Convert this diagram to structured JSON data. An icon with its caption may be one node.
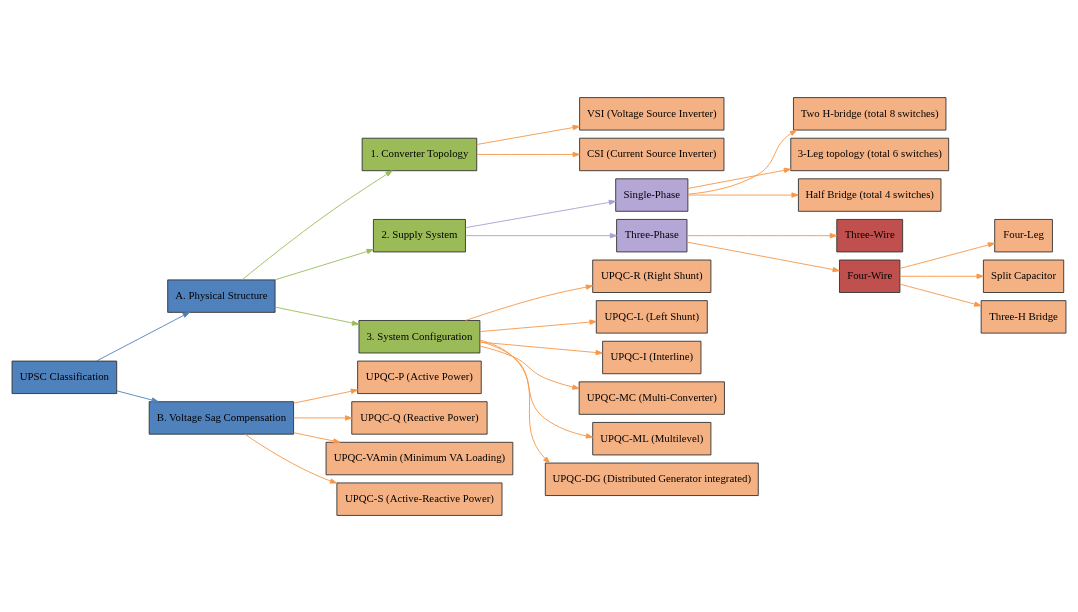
{
  "diagram": {
    "nodes": [
      {
        "text": [
          "UPSC Classification"
        ]
      },
      {
        "text": [
          "A. Physical Structure"
        ]
      },
      {
        "text": [
          "B. Voltage Sag Compensation"
        ]
      },
      {
        "text": [
          "1. Converter Topology"
        ]
      },
      {
        "text": [
          "2. Supply System"
        ]
      },
      {
        "text": [
          "3. System Configuration"
        ]
      },
      {
        "text": [
          "VSI (Voltage Source Inverter)"
        ]
      },
      {
        "text": [
          "CSI (Current Source Inverter)"
        ]
      },
      {
        "text": [
          "Single-Phase"
        ]
      },
      {
        "text": [
          "Three-Phase"
        ]
      },
      {
        "text": [
          "Two H-bridge (total 8 switches)"
        ]
      },
      {
        "text": [
          "3-Leg topology (total 6 switches)"
        ]
      },
      {
        "text": [
          "Half Bridge (total 4 switches)"
        ]
      },
      {
        "text": [
          "Three-Wire"
        ]
      },
      {
        "text": [
          "Four-Wire"
        ]
      },
      {
        "text": [
          "Four-Leg"
        ]
      },
      {
        "text": [
          "Split Capacitor"
        ]
      },
      {
        "text": [
          "Three-H Bridge"
        ]
      },
      {
        "text": [
          "UPQC-R (Right Shunt)"
        ]
      },
      {
        "text": [
          "UPQC-L (Left Shunt)"
        ]
      },
      {
        "text": [
          "UPQC-I (Interline)"
        ]
      },
      {
        "text": [
          "UPQC-MC (Multi-Converter)"
        ]
      },
      {
        "text": [
          "UPQC-ML (Multilevel)"
        ]
      },
      {
        "text": [
          "UPQC-DG (Distributed Generator integrated)"
        ]
      },
      {
        "text": [
          "UPQC-P (Active Power)"
        ]
      },
      {
        "text": [
          "UPQC-Q (Reactive Power)"
        ]
      },
      {
        "text": [
          "UPQC-VAmin (Minimum VA Loading)"
        ]
      },
      {
        "text": [
          "UPQC-S (Active-Reactive Power)"
        ]
      }
    ],
    "edges": [
      {
        "from": 0,
        "to": 1,
        "arrow": "to",
        "color": "#4f81bd"
      },
      {
        "from": 0,
        "to": 2,
        "arrow": "to",
        "color": "#4f81bd"
      },
      {
        "from": 1,
        "to": 3,
        "arrow": "to",
        "color": "#9bbb59"
      },
      {
        "from": 1,
        "to": 4,
        "arrow": "to",
        "color": "#9bbb59"
      },
      {
        "from": 1,
        "to": 5,
        "arrow": "to",
        "color": "#9bbb59"
      },
      {
        "from": 3,
        "to": 6,
        "arrow": "to"
      },
      {
        "from": 3,
        "to": 7,
        "arrow": "to"
      },
      {
        "from": 4,
        "to": 8,
        "arrow": "to",
        "color": "#a6a0d0"
      },
      {
        "from": 4,
        "to": 9,
        "arrow": "to",
        "color": "#a6a0d0"
      },
      {
        "from": 8,
        "to": 10,
        "arrow": "to"
      },
      {
        "from": 8,
        "to": 11,
        "arrow": "to"
      },
      {
        "from": 8,
        "to": 12,
        "arrow": "to"
      },
      {
        "from": 9,
        "to": 13,
        "arrow": "to"
      },
      {
        "from": 9,
        "to": 14,
        "arrow": "to"
      },
      {
        "from": 14,
        "to": 15,
        "arrow": "to"
      },
      {
        "from": 14,
        "to": 16,
        "arrow": "to"
      },
      {
        "from": 14,
        "to": 17,
        "arrow": "to"
      },
      {
        "from": 5,
        "to": 18,
        "arrow": "to"
      },
      {
        "from": 5,
        "to": 19,
        "arrow": "to"
      },
      {
        "from": 5,
        "to": 20,
        "arrow": "to"
      },
      {
        "from": 5,
        "to": 21,
        "arrow": "to"
      },
      {
        "from": 5,
        "to": 22,
        "arrow": "to"
      },
      {
        "from": 5,
        "to": 23,
        "arrow": "to"
      },
      {
        "from": 2,
        "to": 24,
        "arrow": "to"
      },
      {
        "from": 2,
        "to": 25,
        "arrow": "to"
      },
      {
        "from": 2,
        "to": 26,
        "arrow": "to"
      },
      {
        "from": 2,
        "to": 27,
        "arrow": "to"
      }
    ]
  }
}
